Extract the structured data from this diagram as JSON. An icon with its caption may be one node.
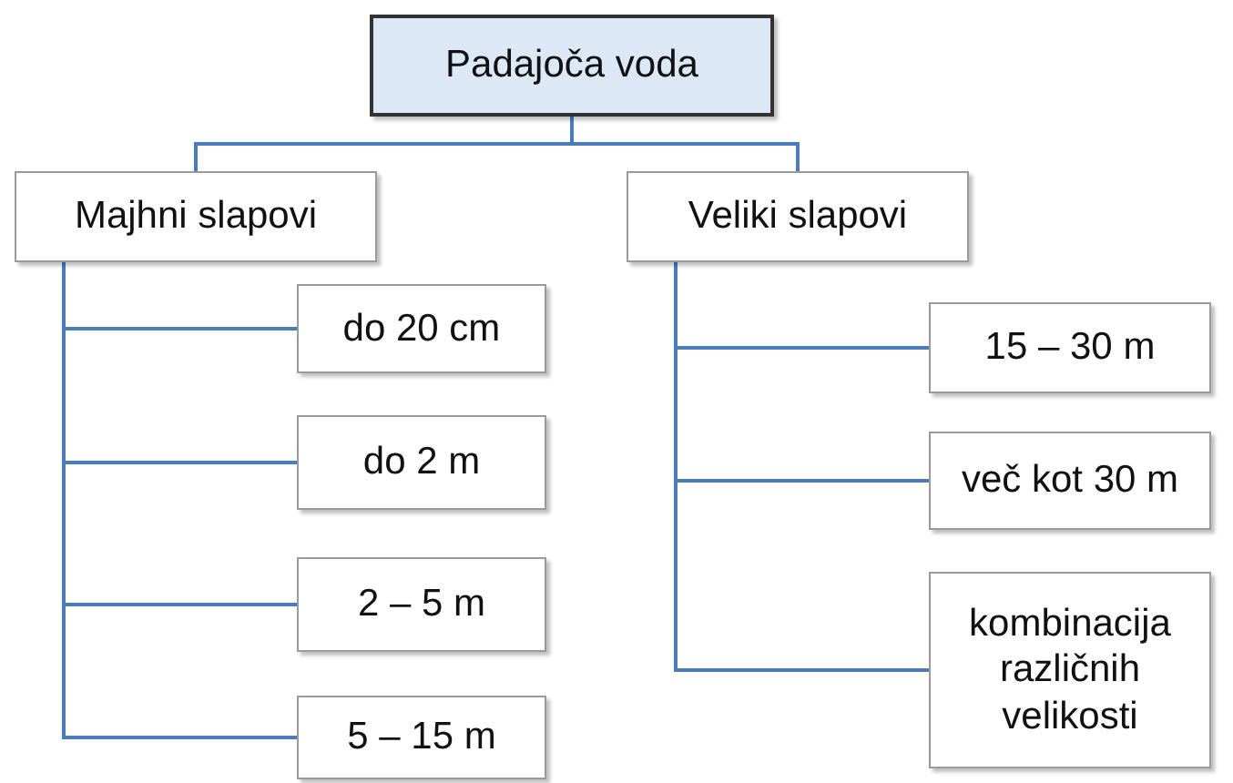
{
  "diagram": {
    "nodes": [
      {
        "text": [
          "Padajoča voda"
        ]
      },
      {
        "text": [
          "Majhni slapovi"
        ]
      },
      {
        "text": [
          "do 20 cm"
        ]
      },
      {
        "text": [
          "do 2 m"
        ]
      },
      {
        "text": [
          "2 – 5 m"
        ]
      },
      {
        "text": [
          "5 – 15 m"
        ]
      },
      {
        "text": [
          "Veliki slapovi"
        ]
      },
      {
        "text": [
          "15 – 30 m"
        ]
      },
      {
        "text": [
          "več kot 30 m"
        ]
      },
      {
        "text": [
          "kombinacija različnih velikosti"
        ]
      }
    ],
    "edges": [
      {
        "from": 0,
        "to": 1,
        "arrow": "none"
      },
      {
        "from": 0,
        "to": 6,
        "arrow": "none"
      },
      {
        "from": 1,
        "to": 2,
        "arrow": "none"
      },
      {
        "from": 1,
        "to": 3,
        "arrow": "none"
      },
      {
        "from": 1,
        "to": 4,
        "arrow": "none"
      },
      {
        "from": 1,
        "to": 5,
        "arrow": "none"
      },
      {
        "from": 6,
        "to": 7,
        "arrow": "none"
      },
      {
        "from": 6,
        "to": 8,
        "arrow": "none"
      },
      {
        "from": 6,
        "to": 9,
        "arrow": "none"
      }
    ]
  }
}
